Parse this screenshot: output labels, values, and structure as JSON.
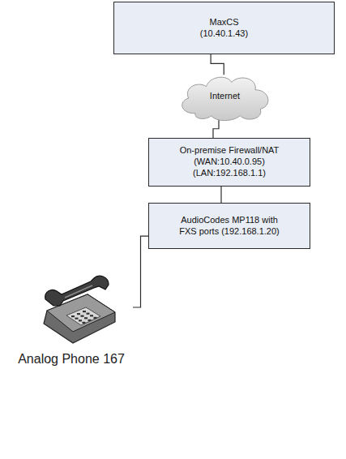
{
  "diagram": {
    "nodes": [
      {
        "text": [
          "MaxCS (10.40.1.43)"
        ]
      },
      {
        "text": [
          "Internet"
        ]
      },
      {
        "text": [
          "On-premise Firewall/NAT (WAN:10.40.0.95) (LAN:192.168.1.1)"
        ]
      },
      {
        "text": [
          "AudioCodes MP118 with FXS ports (192.168.1.20)"
        ]
      },
      {
        "text": [
          "Analog Phone 167"
        ]
      }
    ],
    "edges": [
      {
        "from": 0,
        "to": 1,
        "arrow": "none"
      },
      {
        "from": 1,
        "to": 2,
        "arrow": "none"
      },
      {
        "from": 2,
        "to": 3,
        "arrow": "none"
      },
      {
        "from": 4,
        "to": 3,
        "arrow": "none"
      }
    ]
  }
}
